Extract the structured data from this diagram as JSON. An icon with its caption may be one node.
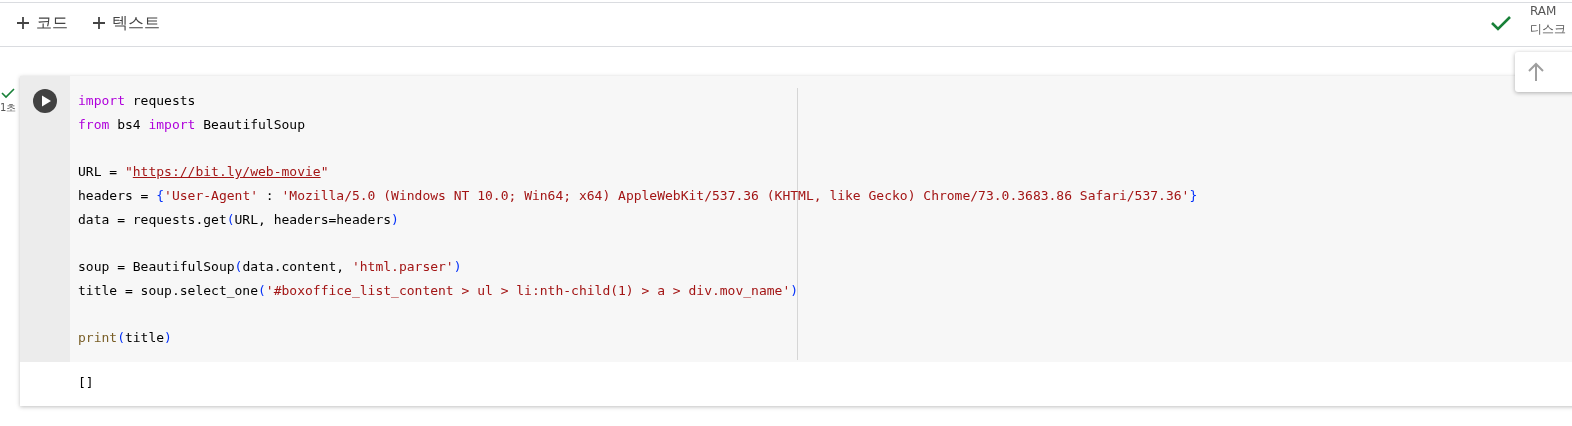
{
  "diagram": {
    "nodes": [
      {
        "text": [
          "import requests",
          "from bs4 import BeautifulSoup",
          "URL = \"https://bit.ly/web-movie\"",
          "headers = {'User-Agent' : 'Mozilla/5.0 (Windows NT 10.0; Win64; x64) AppleWebKit/537.36 (KHTML, like Gecko) Chrome/73.0.3683.86 Safari/537.36'}",
          "data = requests.get(URL, headers=headers)",
          "soup = BeautifulSoup(data.content, 'html.parser')",
          "title = soup.select_one('#boxoffice_list_content > ul > li:nth-child(1) > a > div.mov_name')",
          "print(title)"
        ]
      },
      {
        "text": [
          "[]"
        ]
      }
    ],
    "labels": [
      "코드",
      "텍스트",
      "RAM",
      "디스크",
      "1초"
    ]
  }
}
